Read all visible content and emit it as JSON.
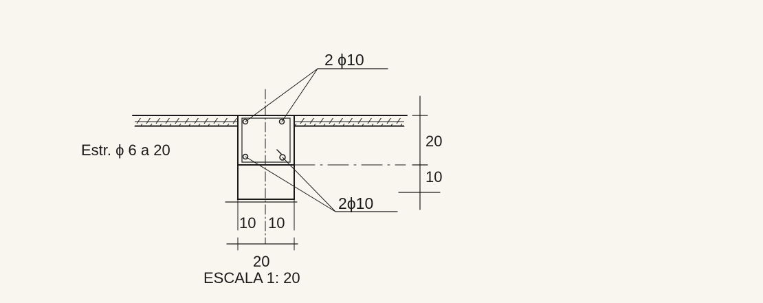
{
  "drawing": {
    "top_bar_label": "2 ϕ10",
    "stirrup_label": "Estr. ϕ 6 a 20",
    "bottom_bar_label": "2ϕ10",
    "dim_height_upper": "20",
    "dim_height_lower": "10",
    "dim_width_left": "10",
    "dim_width_right": "10",
    "dim_width_total": "20",
    "scale_label": "ESCALA 1: 20"
  },
  "colors": {
    "paper": "#f8f6ee",
    "ink": "#1a1a1a"
  }
}
